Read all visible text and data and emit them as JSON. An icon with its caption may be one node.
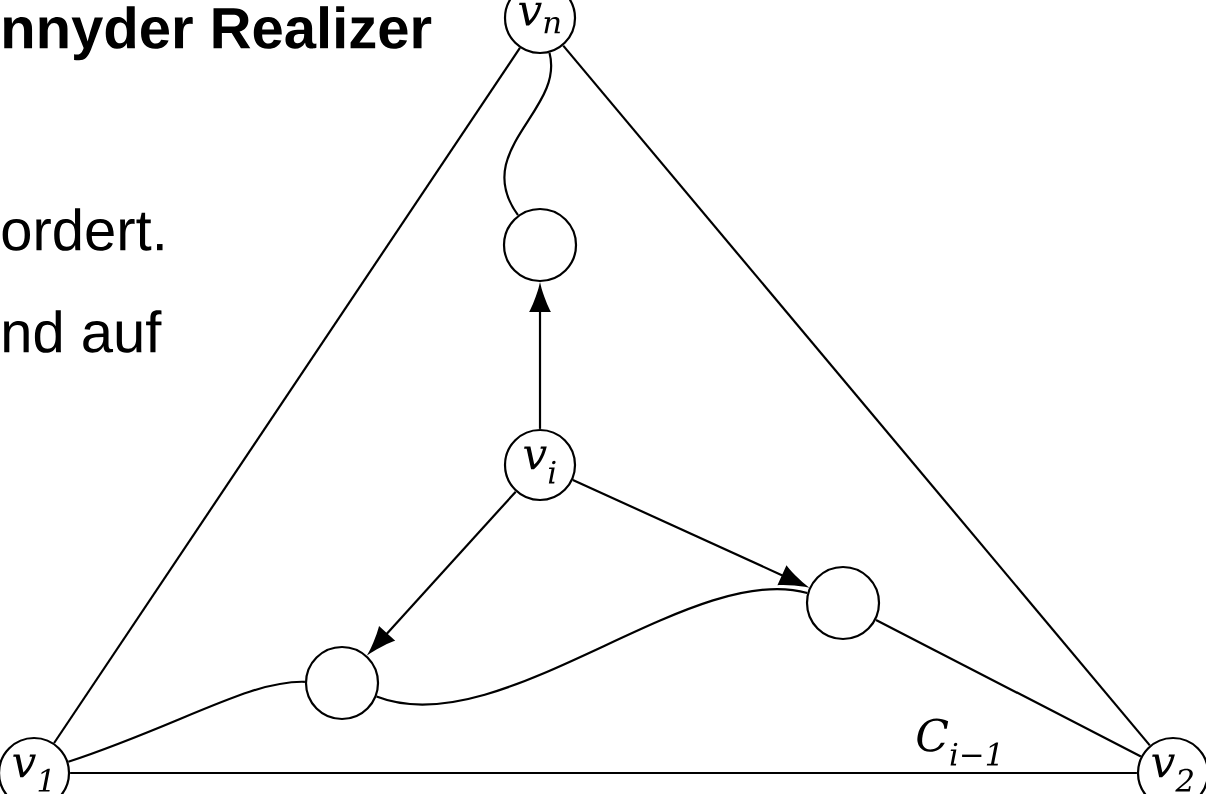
{
  "diagram": {
    "title": "nnyder Realizer",
    "nodes": [
      {
        "text": [
          "v$_{n}$"
        ]
      },
      {
        "text": [],
        "shape": "circle"
      },
      {
        "text": [
          "v$_{i}$"
        ]
      },
      {
        "text": [],
        "shape": "circle"
      },
      {
        "text": [],
        "shape": "circle"
      },
      {
        "text": [
          "v$_{1}$"
        ]
      },
      {
        "text": [
          "v$_{2}$"
        ]
      }
    ],
    "edges": [
      {
        "from": 0,
        "to": 5,
        "arrow": "none"
      },
      {
        "from": 0,
        "to": 6,
        "arrow": "none"
      },
      {
        "from": 5,
        "to": 6,
        "arrow": "none"
      },
      {
        "from": 0,
        "to": 1,
        "arrow": "none"
      },
      {
        "from": 2,
        "to": 1,
        "arrow": "to"
      },
      {
        "from": 2,
        "to": 3,
        "arrow": "to"
      },
      {
        "from": 2,
        "to": 4,
        "arrow": "to"
      },
      {
        "from": 5,
        "to": 4,
        "arrow": "none"
      },
      {
        "from": 4,
        "to": 3,
        "arrow": "none"
      },
      {
        "from": 3,
        "to": 6,
        "arrow": "none",
        "label": "C$_{i−1}$"
      }
    ],
    "labels": [
      "ordert.",
      "nd auf"
    ]
  }
}
